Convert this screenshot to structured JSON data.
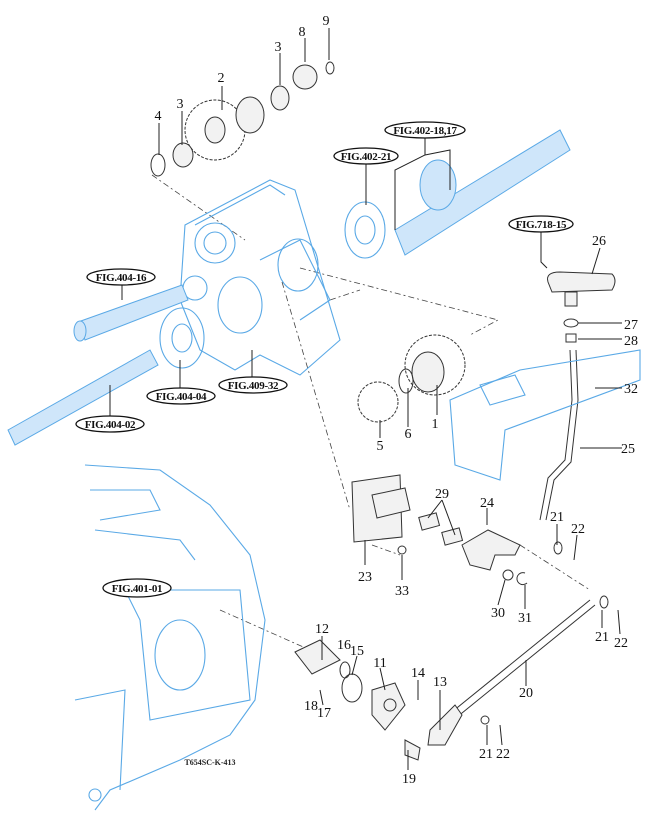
{
  "diagram": {
    "code": "T654SC-K-413",
    "part_numbers": {
      "p1": "1",
      "p2": "2",
      "p3a": "3",
      "p3b": "3",
      "p4": "4",
      "p5": "5",
      "p6": "6",
      "p8": "8",
      "p9": "9",
      "p11": "11",
      "p12": "12",
      "p13": "13",
      "p14": "14",
      "p15": "15",
      "p16": "16",
      "p17": "17",
      "p18": "18",
      "p19": "19",
      "p20": "20",
      "p21a": "21",
      "p21b": "21",
      "p21c": "21",
      "p22a": "22",
      "p22b": "22",
      "p22c": "22",
      "p23": "23",
      "p24": "24",
      "p25": "25",
      "p26": "26",
      "p27": "27",
      "p28": "28",
      "p29": "29",
      "p30": "30",
      "p31": "31",
      "p32": "32",
      "p33": "33"
    },
    "figure_refs": {
      "fig402_18_17": "FIG.402-18,17",
      "fig402_21": "FIG.402-21",
      "fig718_15": "FIG.718-15",
      "fig404_16": "FIG.404-16",
      "fig409_32": "FIG.409-32",
      "fig404_04": "FIG.404-04",
      "fig404_02": "FIG.404-02",
      "fig401_01": "FIG.401-01"
    },
    "colors": {
      "housing": "#5aa9e6",
      "parts": "#333333"
    }
  }
}
